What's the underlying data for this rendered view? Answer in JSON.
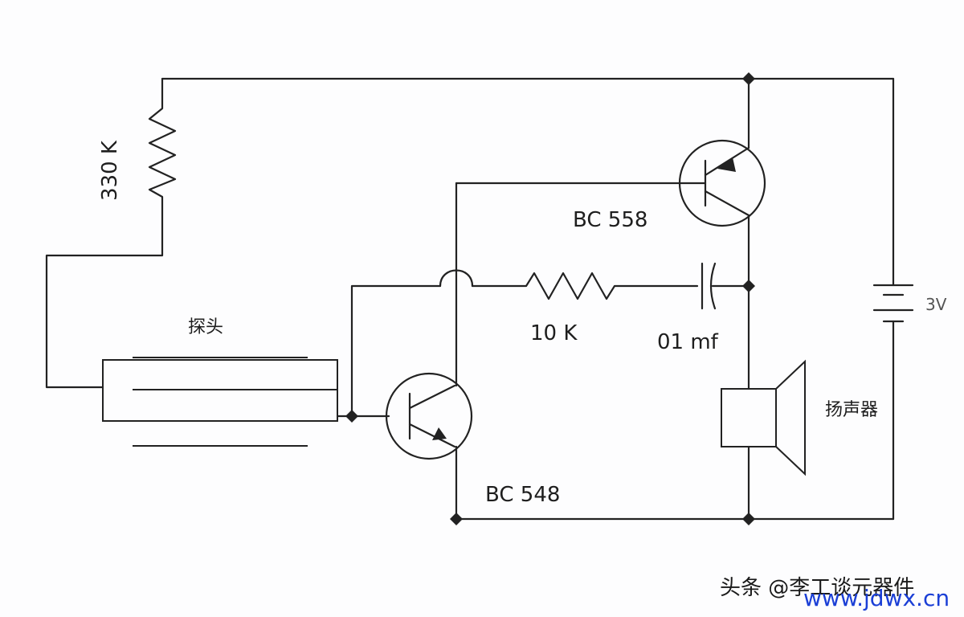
{
  "labels": {
    "r1": "330 K",
    "probe": "探头",
    "q2": "BC 558",
    "r2": "10 K",
    "cap": "01 mf",
    "q1": "BC 548",
    "speaker": "扬声器",
    "battery": "3V"
  },
  "watermark": {
    "source": "头条 @李工谈元器件",
    "site": "www.jdwx.cn"
  },
  "colors": {
    "line": "#222222",
    "background": "#fdfdfe",
    "watermark_site": "#1b3fd6"
  }
}
